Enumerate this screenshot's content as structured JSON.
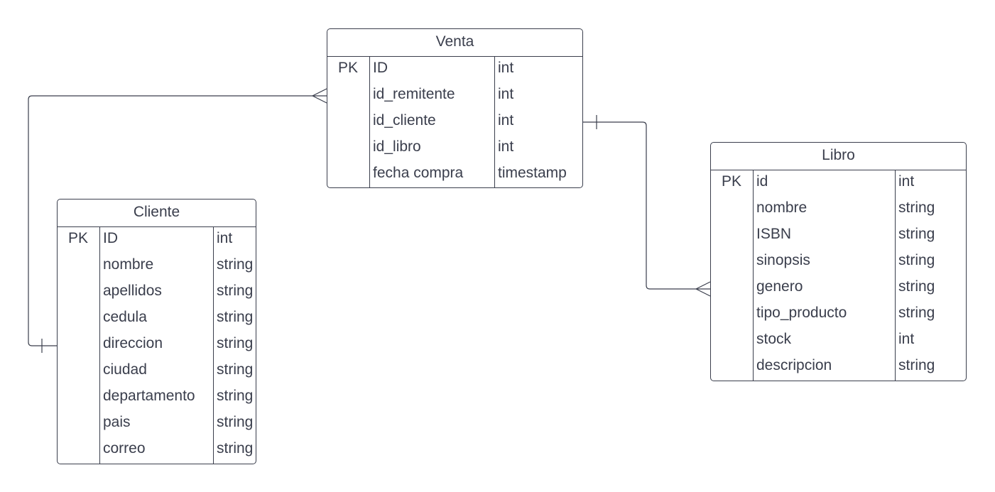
{
  "colors": {
    "stroke": "#3a3e4c",
    "background": "#ffffff"
  },
  "entities": {
    "venta": {
      "title": "Venta",
      "rows": [
        {
          "key": "PK",
          "name": "ID",
          "type": "int"
        },
        {
          "key": "",
          "name": "id_remitente",
          "type": "int"
        },
        {
          "key": "",
          "name": "id_cliente",
          "type": "int"
        },
        {
          "key": "",
          "name": "id_libro",
          "type": "int"
        },
        {
          "key": "",
          "name": "fecha compra",
          "type": "timestamp"
        }
      ]
    },
    "cliente": {
      "title": "Cliente",
      "rows": [
        {
          "key": "PK",
          "name": "ID",
          "type": "int"
        },
        {
          "key": "",
          "name": "nombre",
          "type": "string"
        },
        {
          "key": "",
          "name": "apellidos",
          "type": "string"
        },
        {
          "key": "",
          "name": "cedula",
          "type": "string"
        },
        {
          "key": "",
          "name": "direccion",
          "type": "string"
        },
        {
          "key": "",
          "name": "ciudad",
          "type": "string"
        },
        {
          "key": "",
          "name": "departamento",
          "type": "string"
        },
        {
          "key": "",
          "name": "pais",
          "type": "string"
        },
        {
          "key": "",
          "name": "correo",
          "type": "string"
        }
      ]
    },
    "libro": {
      "title": "Libro",
      "rows": [
        {
          "key": "PK",
          "name": "id",
          "type": "int"
        },
        {
          "key": "",
          "name": "nombre",
          "type": "string"
        },
        {
          "key": "",
          "name": "ISBN",
          "type": "string"
        },
        {
          "key": "",
          "name": "sinopsis",
          "type": "string"
        },
        {
          "key": "",
          "name": "genero",
          "type": "string"
        },
        {
          "key": "",
          "name": "tipo_producto",
          "type": "string"
        },
        {
          "key": "",
          "name": "stock",
          "type": "int"
        },
        {
          "key": "",
          "name": "descripcion",
          "type": "string"
        }
      ]
    }
  },
  "relationships": [
    {
      "from": "cliente",
      "from_end": "one",
      "to": "venta",
      "to_end": "many"
    },
    {
      "from": "venta",
      "from_end": "one",
      "to": "libro",
      "to_end": "many"
    }
  ]
}
